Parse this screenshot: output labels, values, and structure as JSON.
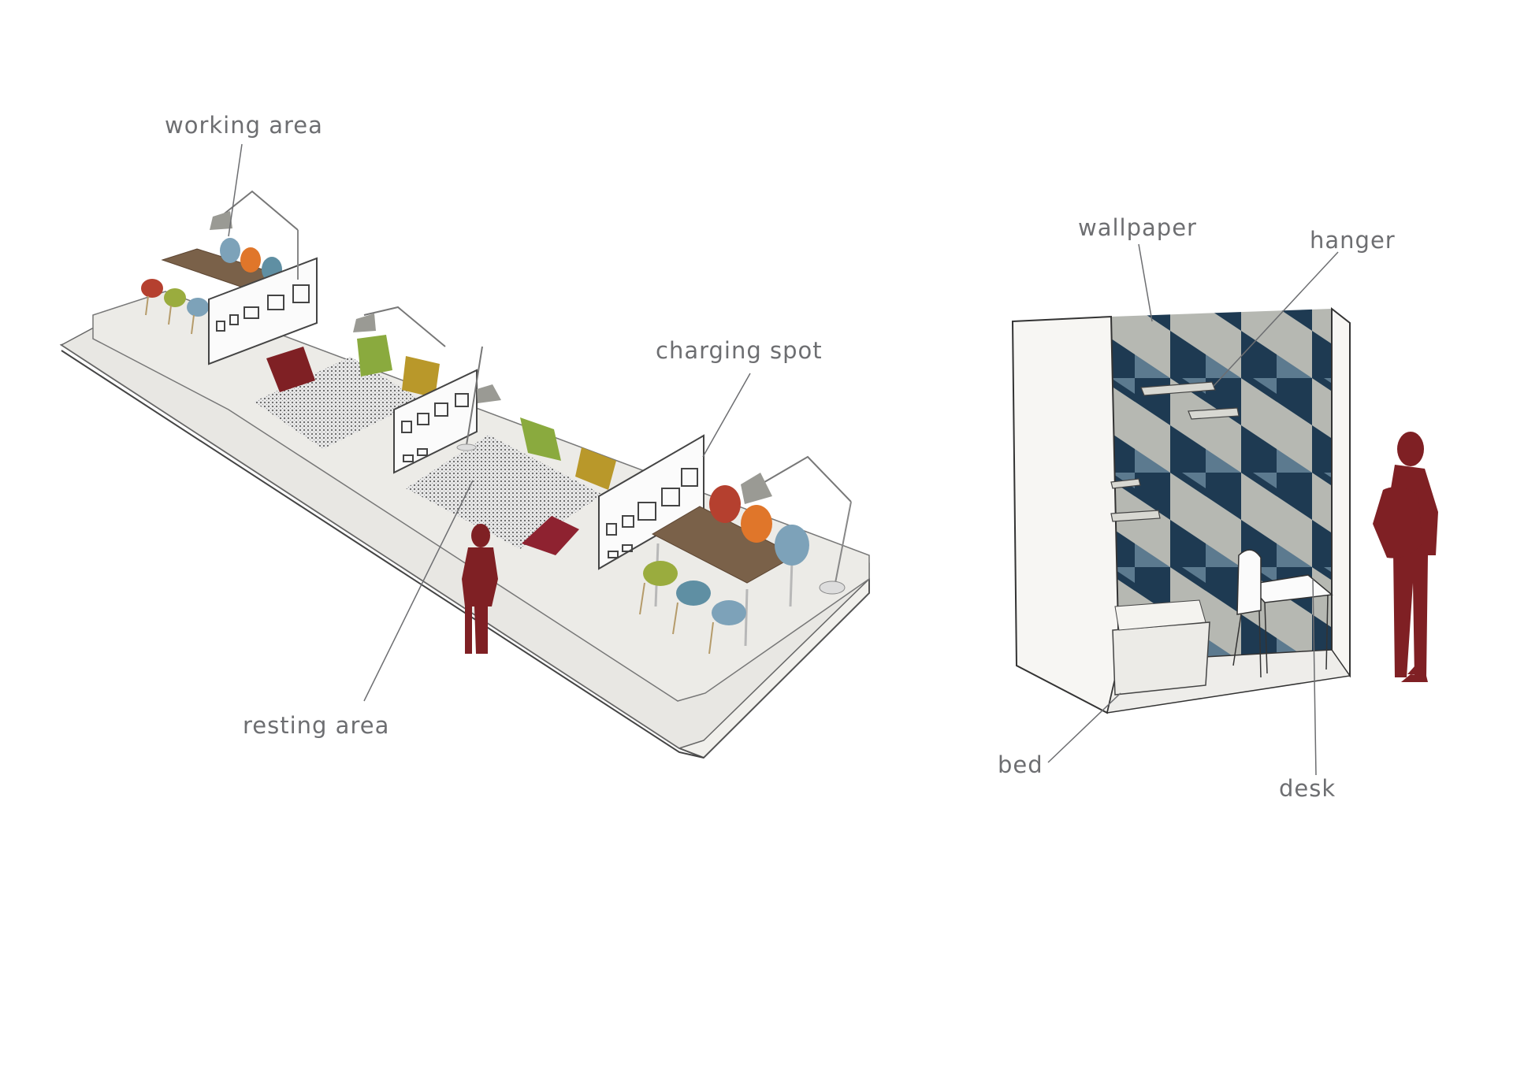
{
  "colors": {
    "figure": "#7f2024",
    "label": "#6d6e71",
    "leader": "#6d6e71",
    "platform": "#ecebe7",
    "wood": "#7a6149",
    "wallpaper_dark": "#1e3a52",
    "wallpaper_mid": "#5c7a8f",
    "wallpaper_light": "#b6b8b2",
    "chair_colors": [
      "#b5402f",
      "#e0762a",
      "#7da2b9",
      "#9aac3e",
      "#c4a232",
      "#a12b30"
    ]
  },
  "lounge": {
    "labels": {
      "working_area": "working area",
      "charging_spot": "charging spot",
      "resting_area": "resting area"
    }
  },
  "sleep_pod": {
    "labels": {
      "wallpaper": "wallpaper",
      "hanger": "hanger",
      "bed": "bed",
      "desk": "desk"
    }
  }
}
